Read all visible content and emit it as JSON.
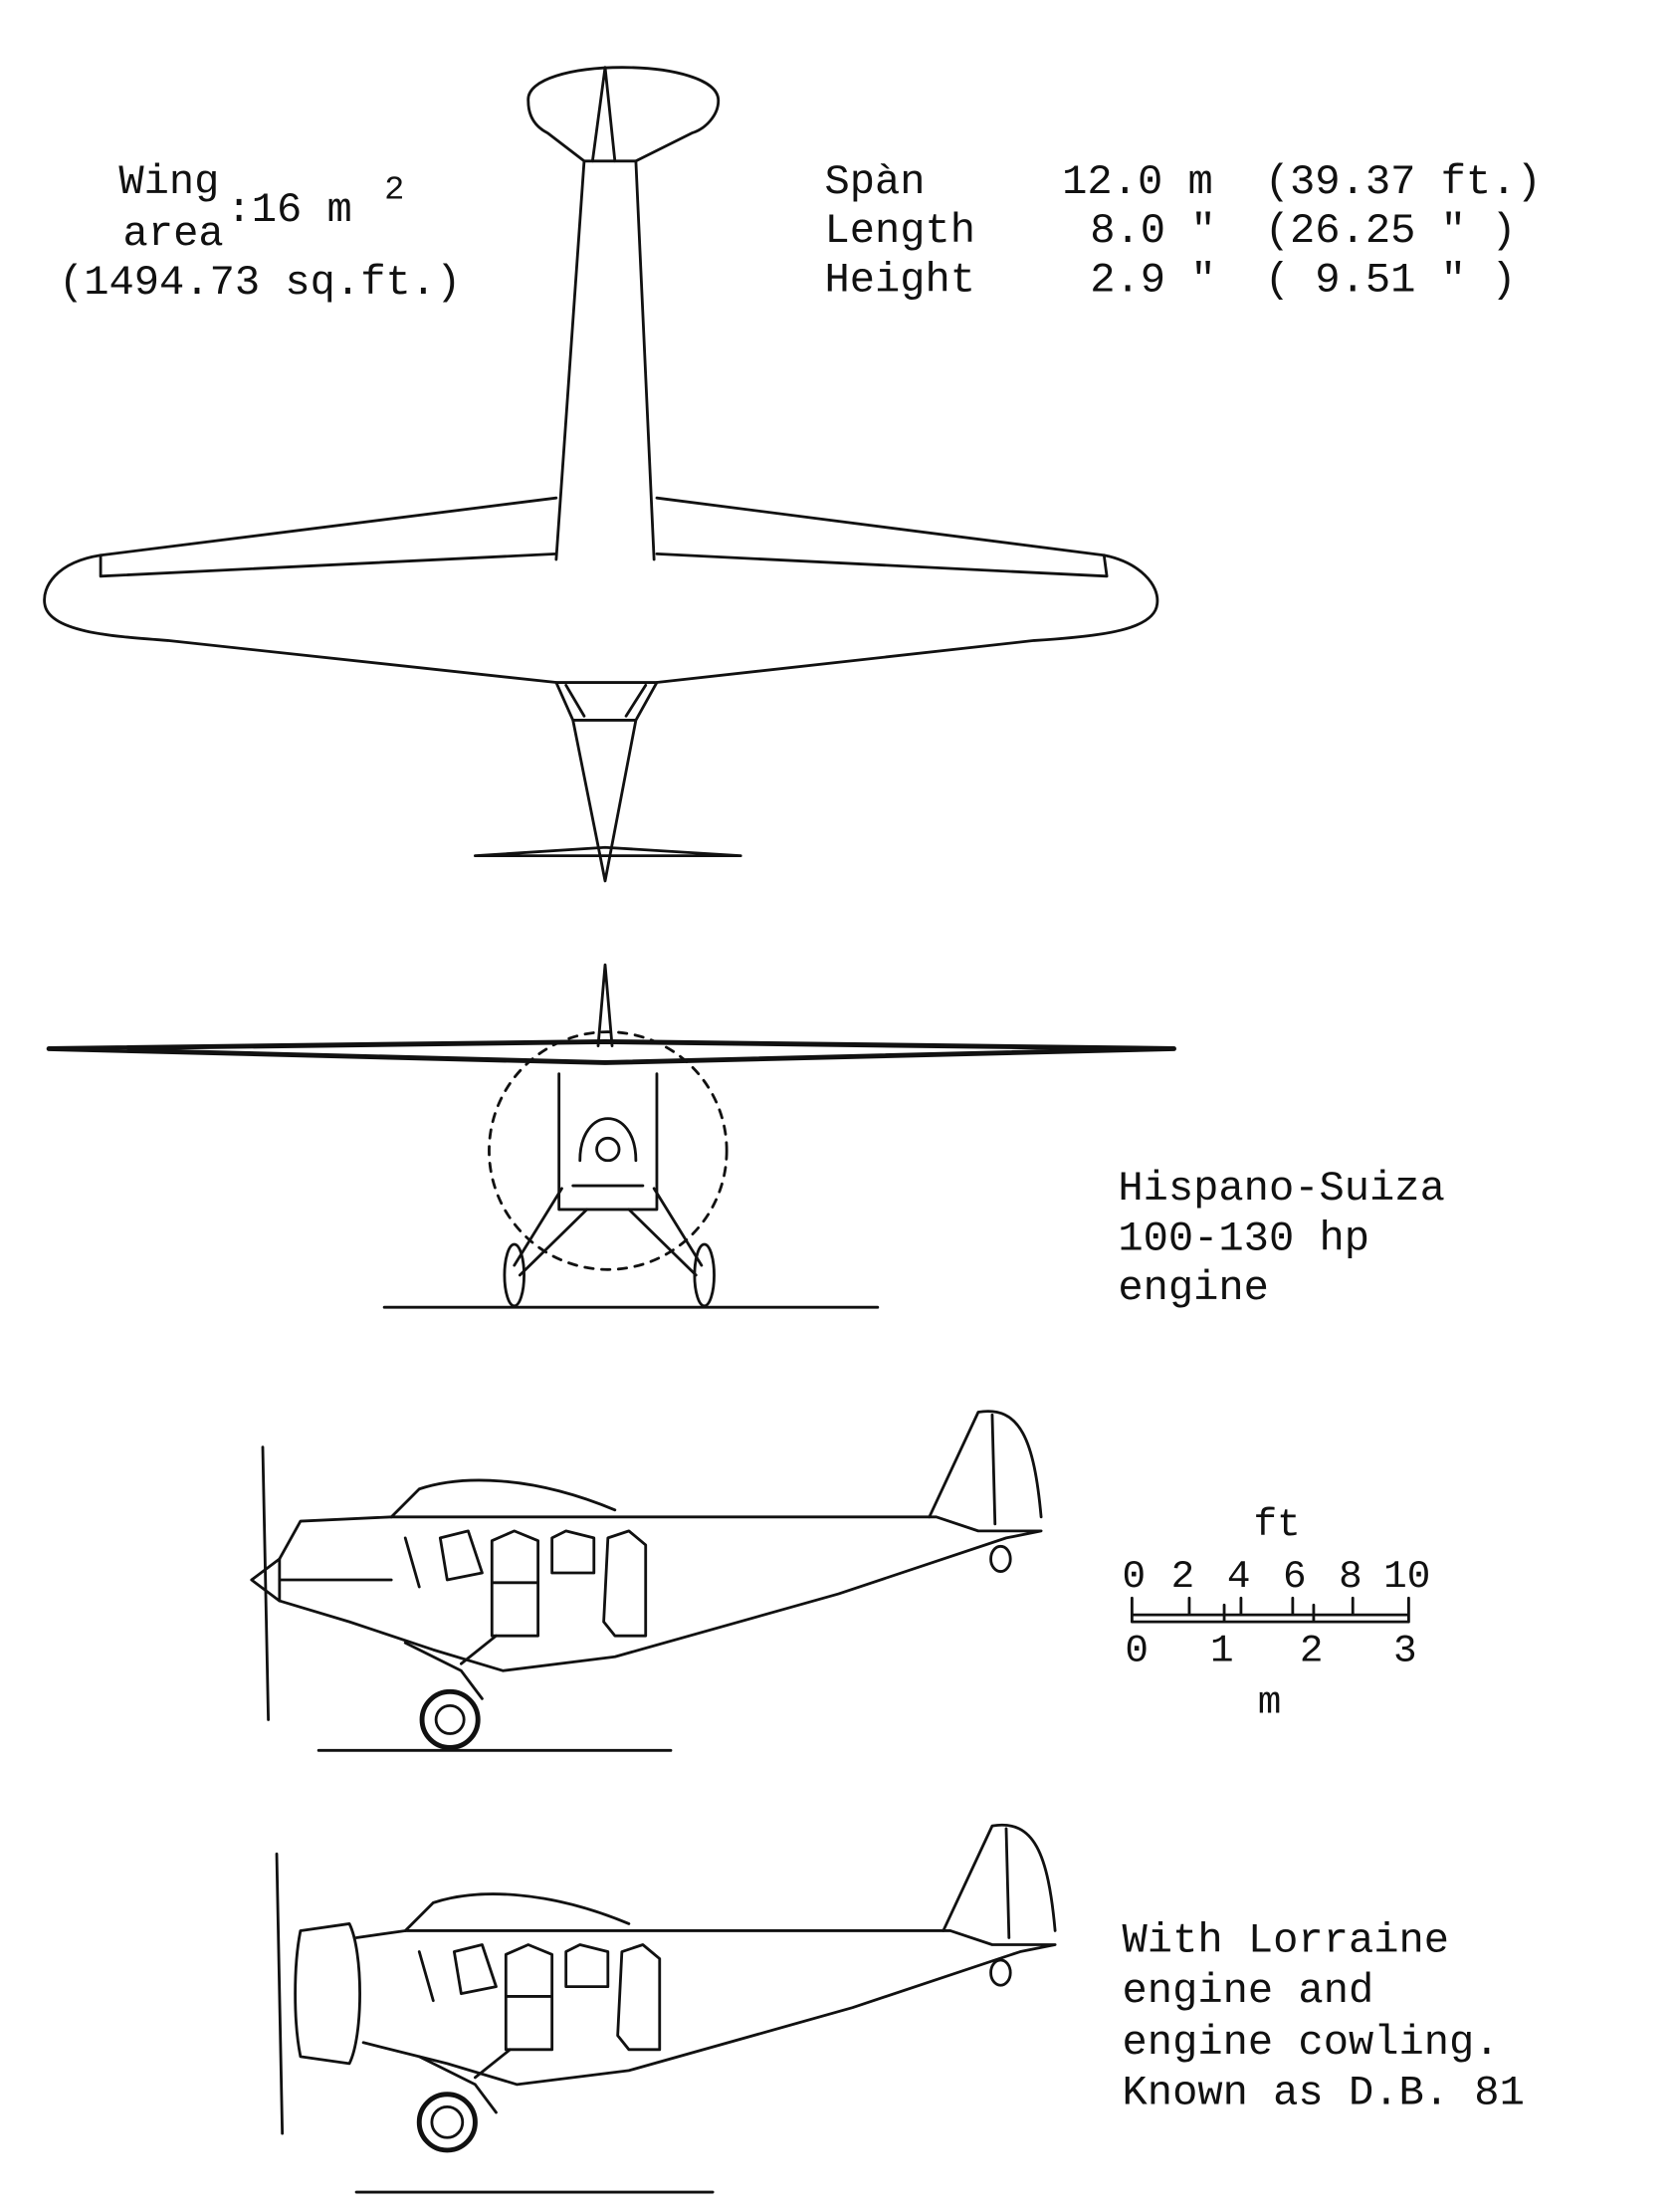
{
  "wing_area": {
    "label_line1": "Wing",
    "label_line2": "area",
    "value": ":16 m",
    "superscript": "2",
    "imperial": "(1494.73 sq.ft.)"
  },
  "specs": [
    {
      "label": "Spàn",
      "metric": "12.0 m",
      "imperial": "(39.37 ft.)"
    },
    {
      "label": "Length",
      "metric": "8.0 \"",
      "imperial": "(26.25  \" )"
    },
    {
      "label": "Height",
      "metric": "2.9 \"",
      "imperial": "( 9.51  \" )"
    }
  ],
  "engine_note": [
    "Hispano-Suiza",
    "100-130 hp",
    "engine"
  ],
  "scale": {
    "ft_label": "ft",
    "ft_ticks": [
      "0",
      "2",
      "4",
      "6",
      "8",
      "10"
    ],
    "m_ticks": [
      "0",
      "1",
      "2",
      "3"
    ],
    "m_label": "m"
  },
  "variant_note": [
    "With Lorraine",
    "engine and",
    "engine cowling.",
    "Known as D.B. 81"
  ]
}
